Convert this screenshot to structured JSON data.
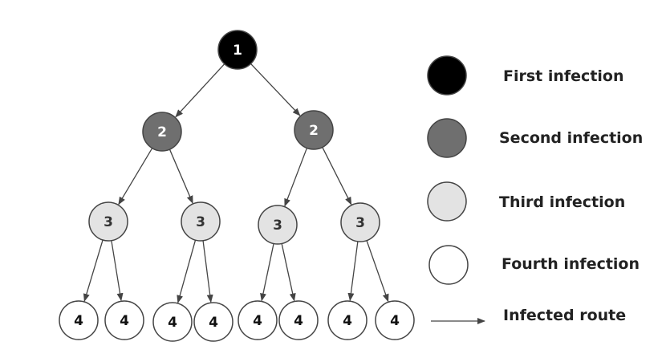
{
  "tree": {
    "levels": [
      {
        "label": "1",
        "fill": "#000000",
        "text_color": "#ffffff"
      },
      {
        "label": "2",
        "fill": "#6f6f6f",
        "text_color": "#ffffff"
      },
      {
        "label": "3",
        "fill": "#e3e3e3",
        "text_color": "#333333"
      },
      {
        "label": "4",
        "fill": "#ffffff",
        "text_color": "#111111"
      }
    ]
  },
  "legend": {
    "items": [
      {
        "label": "First infection",
        "fill": "#000000"
      },
      {
        "label": "Second infection",
        "fill": "#6f6f6f"
      },
      {
        "label": "Third infection",
        "fill": "#e3e3e3"
      },
      {
        "label": "Fourth infection",
        "fill": "#ffffff"
      }
    ],
    "route_label": "Infected route"
  },
  "colors": {
    "stroke": "#444444",
    "edge": "#444444"
  }
}
